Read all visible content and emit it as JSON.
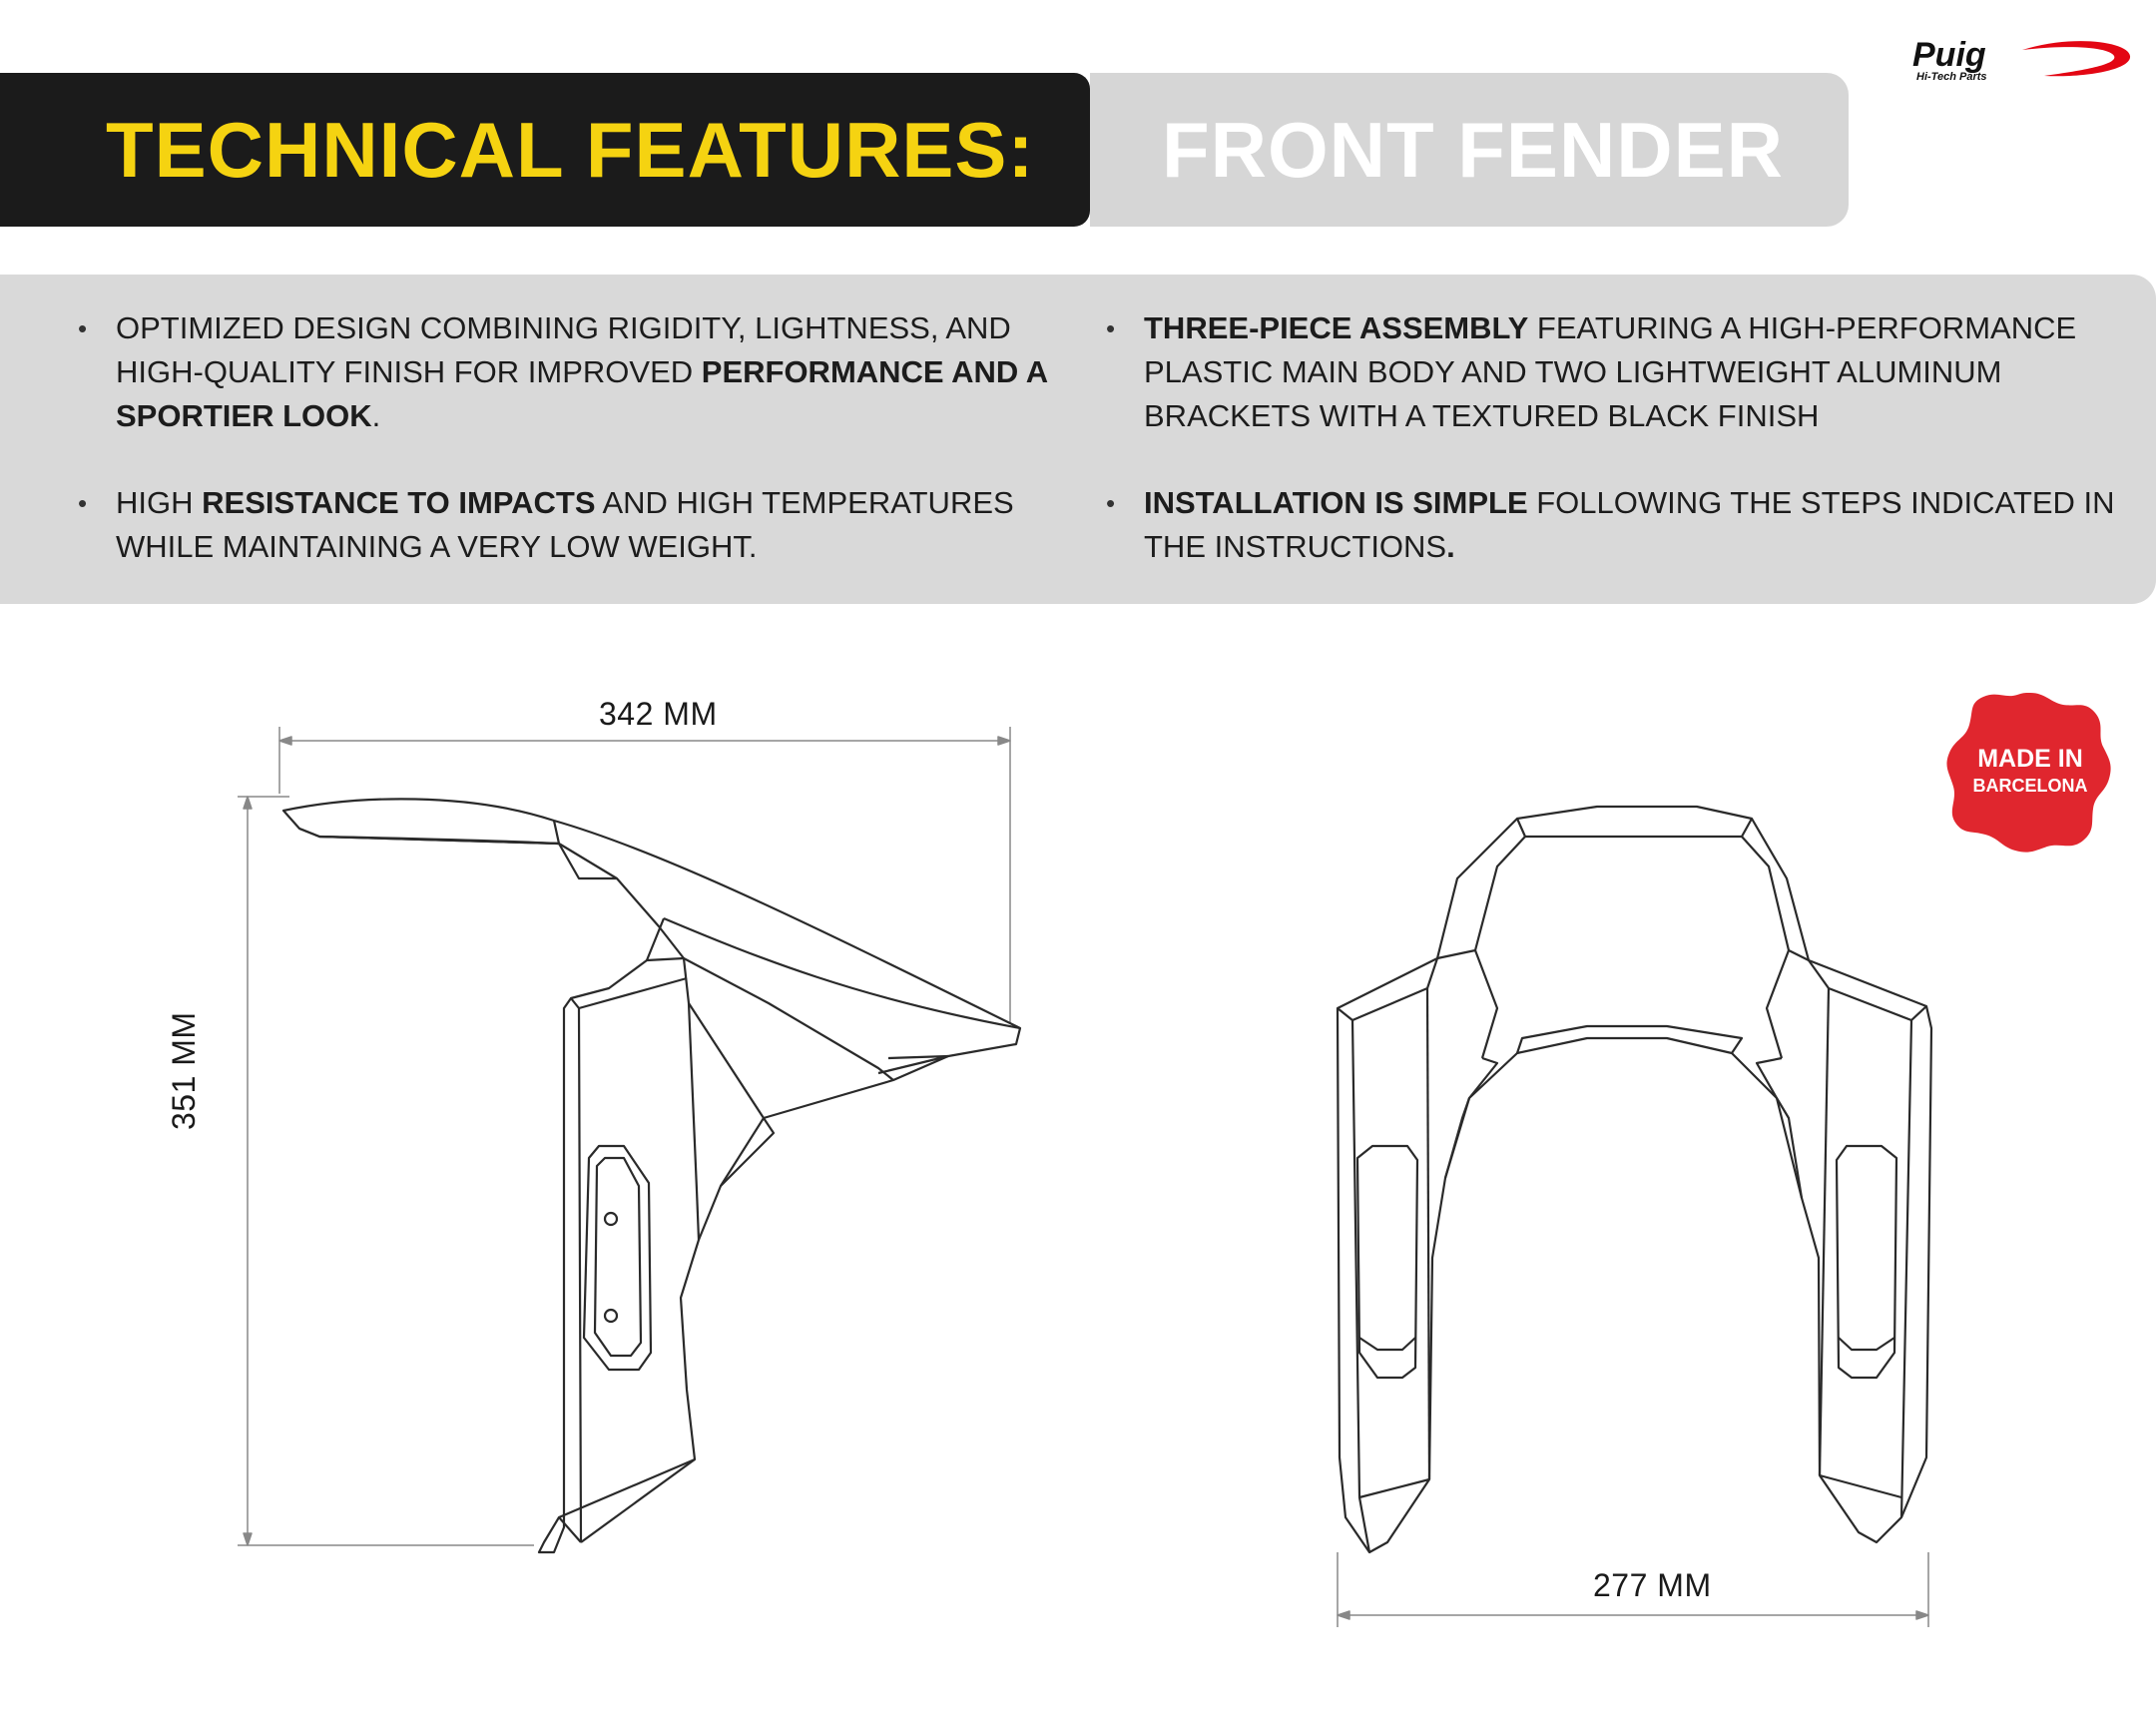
{
  "header": {
    "title_left": "TECHNICAL FEATURES:",
    "title_right": "FRONT FENDER"
  },
  "logo": {
    "brand": "Puig",
    "tagline": "Hi-Tech Parts",
    "color": "#e30613"
  },
  "features": {
    "f1": {
      "text_a": "OPTIMIZED DESIGN COMBINING RIGIDITY, LIGHTNESS, AND HIGH-QUALITY FINISH FOR IMPROVED ",
      "bold_a": "PERFORMANCE AND A SPORTIER LOOK",
      "text_b": "."
    },
    "f2": {
      "text_a": "HIGH ",
      "bold_a": "RESISTANCE TO IMPACTS",
      "text_b": " AND HIGH TEMPERATURES WHILE MAINTAINING A VERY LOW WEIGHT."
    },
    "f3": {
      "bold_a": "THREE-PIECE ASSEMBLY",
      "text_a": " FEATURING A HIGH-PERFORMANCE PLASTIC MAIN BODY AND TWO LIGHTWEIGHT ALUMINUM BRACKETS WITH A TEXTURED BLACK FINISH"
    },
    "f4": {
      "bold_a": "INSTALLATION IS SIMPLE",
      "text_a": " FOLLOWING THE STEPS INDICATED IN THE INSTRUCTIONS",
      "bold_b": "."
    }
  },
  "dimensions": {
    "width_side": "342 MM",
    "height_side": "351 MM",
    "width_front": "277 MM"
  },
  "badge": {
    "line1": "MADE IN",
    "line2": "BARCELONA",
    "color": "#e0262e"
  },
  "colors": {
    "accent_yellow": "#f5d311",
    "header_dark": "#1b1b1b",
    "panel_gray": "#d9d9d9"
  }
}
